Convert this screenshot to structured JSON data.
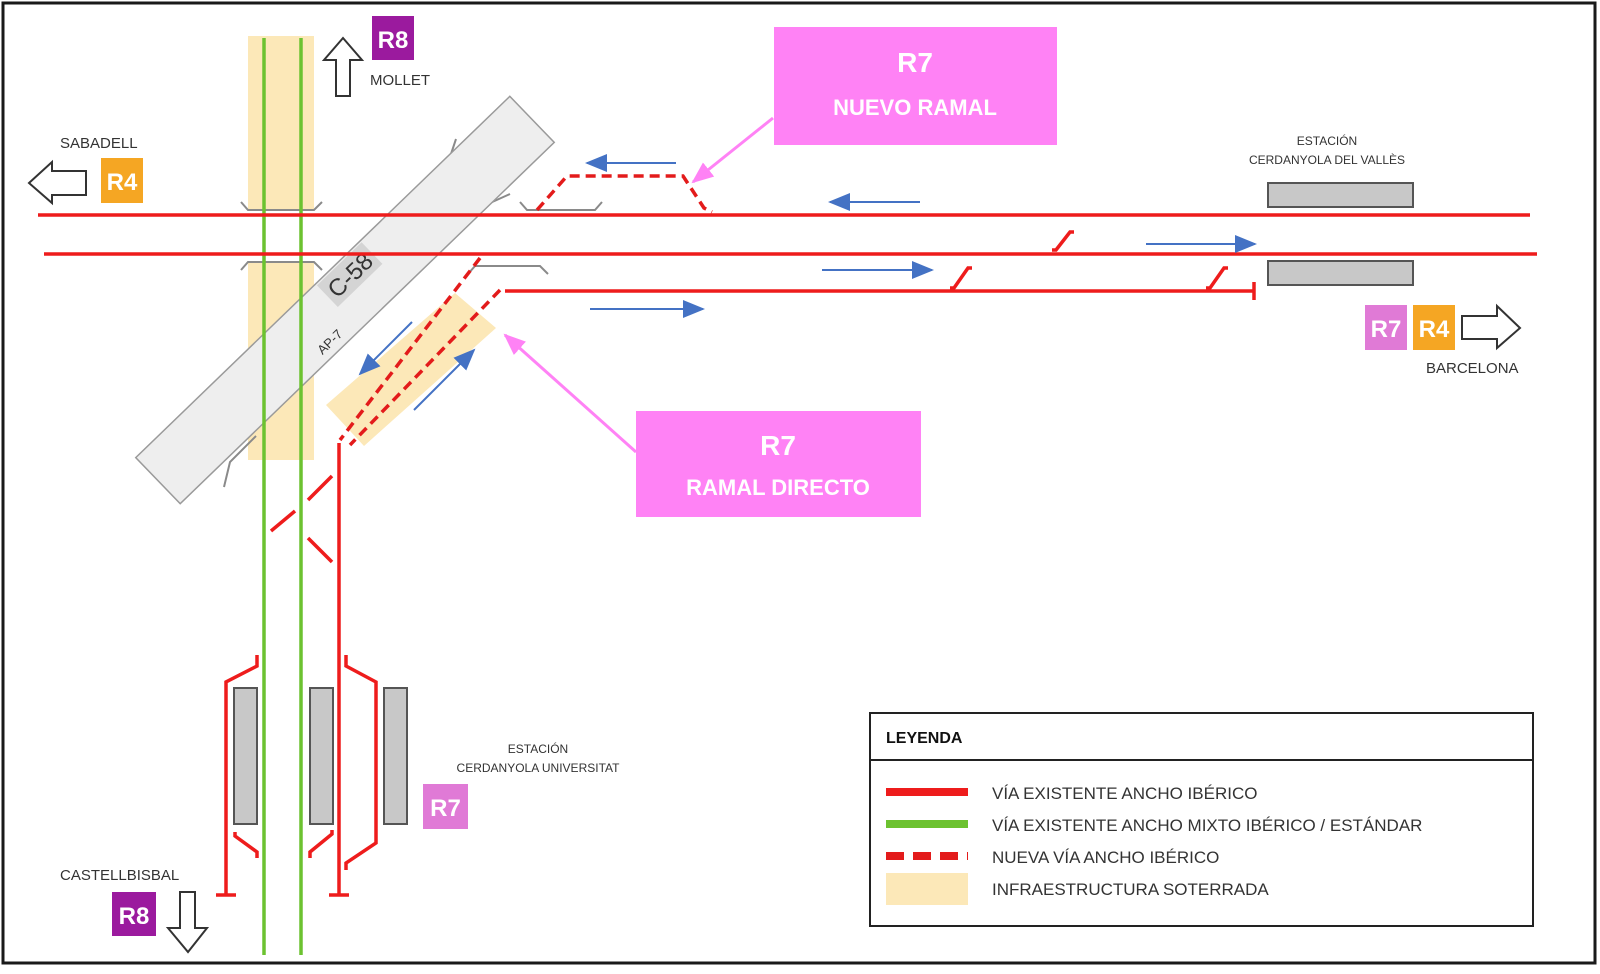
{
  "colors": {
    "existing_iberian": "#ee1c1c",
    "existing_mixed": "#6cc230",
    "new_iberian": "#e31b1b",
    "underground": "#fce8b8",
    "platform": "#c8c8c8",
    "road": "#eeeeee",
    "direction_arrow": "#4472c4",
    "callout_pink": "#ff82f5",
    "badge_r4": "#f5a623",
    "badge_r7": "#e07ad6",
    "badge_r8": "#9b1a9e"
  },
  "destinations": {
    "mollet": {
      "name": "MOLLET",
      "line": "R8"
    },
    "sabadell": {
      "name": "SABADELL",
      "line": "R4"
    },
    "barcelona": {
      "name": "BARCELONA",
      "lines": [
        "R7",
        "R4"
      ]
    },
    "castellbisbal": {
      "name": "CASTELLBISBAL",
      "line": "R8"
    }
  },
  "stations": {
    "cerdanyola_valles": {
      "title": "ESTACIÓN",
      "name": "CERDANYOLA DEL VALLÈS"
    },
    "cerdanyola_universitat": {
      "title": "ESTACIÓN",
      "name": "CERDANYOLA UNIVERSITAT",
      "line": "R7"
    }
  },
  "roads": {
    "main": "AP-7",
    "secondary": "C-58"
  },
  "callouts": {
    "nuevo_ramal": {
      "line": "R7",
      "text": "NUEVO RAMAL"
    },
    "ramal_directo": {
      "line": "R7",
      "text": "RAMAL DIRECTO"
    }
  },
  "legend": {
    "title": "LEYENDA",
    "items": [
      {
        "type": "solid-red",
        "label": "VÍA EXISTENTE ANCHO IBÉRICO"
      },
      {
        "type": "solid-green",
        "label": "VÍA EXISTENTE ANCHO MIXTO IBÉRICO / ESTÁNDAR"
      },
      {
        "type": "dashed-red",
        "label": "NUEVA VÍA ANCHO IBÉRICO"
      },
      {
        "type": "fill-yellow",
        "label": "INFRAESTRUCTURA SOTERRADA"
      }
    ]
  }
}
